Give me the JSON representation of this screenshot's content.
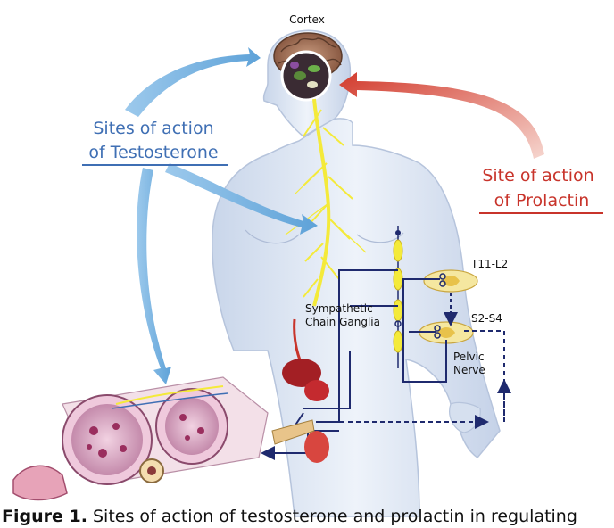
{
  "labels": {
    "cortex": "Cortex",
    "testosterone_line1": "Sites of action",
    "testosterone_line2": "of Testosterone",
    "prolactin_line1": "Site of action",
    "prolactin_line2": "of Prolactin",
    "t11_l2": "T11-L2",
    "s2_s4": "S2-S4",
    "sympathetic_line1": "Sympathetic",
    "sympathetic_line2": "Chain Ganglia",
    "pelvic_line1": "Pelvic",
    "pelvic_line2": "Nerve"
  },
  "caption": {
    "figure_label": "Figure 1.",
    "text": "Sites of action of testosterone and prolactin in regulating"
  },
  "colors": {
    "testosterone_blue": "#3f6fb4",
    "testosterone_arrow": "#7fb7e2",
    "prolactin_red": "#c8342b",
    "nerve_yellow": "#f4ea3a",
    "nerve_navy": "#1f2a6e",
    "body_fill": "#dfe7f3"
  }
}
